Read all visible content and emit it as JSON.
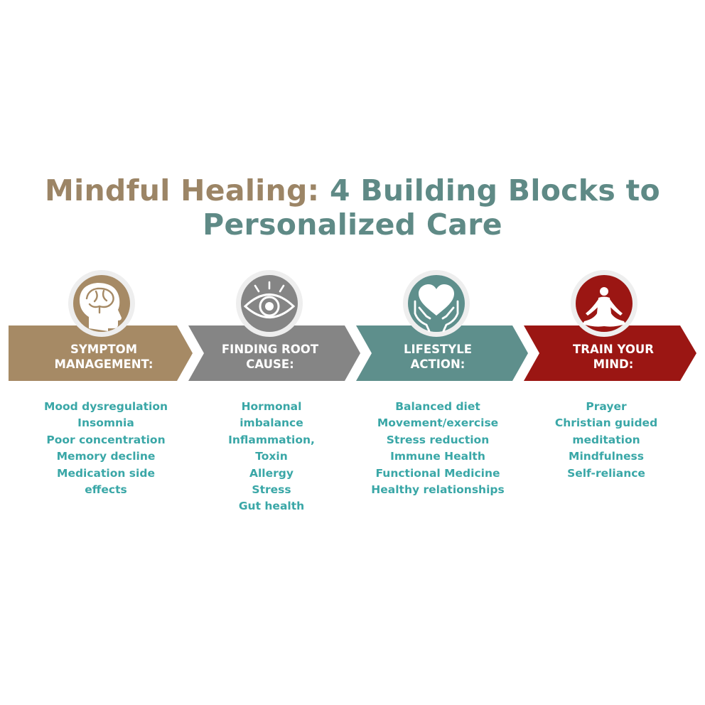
{
  "title": {
    "part1": "Mindful Healing:",
    "part2": "4 Building Blocks to",
    "line2": "Personalized Care"
  },
  "colors": {
    "title_tan": "#9c8566",
    "title_teal": "#5f8a86",
    "block1": "#a68a65",
    "block2": "#858585",
    "block3": "#5e8f8c",
    "block4": "#9b1613",
    "item_text": "#3aa7a7",
    "icon_ring": "#eeeeee"
  },
  "blocks": [
    {
      "icon": "head-brain-icon",
      "label_line1": "SYMPTOM",
      "label_line2": "MANAGEMENT:",
      "items": [
        "Mood dysregulation",
        "Insomnia",
        "Poor concentration",
        "Memory decline",
        "Medication side",
        "effects"
      ]
    },
    {
      "icon": "eye-icon",
      "label_line1": "FINDING ROOT",
      "label_line2": "CAUSE:",
      "items": [
        "Hormonal",
        "imbalance",
        "Inflammation,",
        "Toxin",
        "Allergy",
        "Stress",
        "Gut health"
      ]
    },
    {
      "icon": "heart-hands-icon",
      "label_line1": "LIFESTYLE",
      "label_line2": "ACTION:",
      "items": [
        "Balanced diet",
        "Movement/exercise",
        "Stress reduction",
        "Immune Health",
        "Functional Medicine",
        "Healthy relationships"
      ]
    },
    {
      "icon": "meditation-figure-icon",
      "label_line1": "TRAIN YOUR",
      "label_line2": "MIND:",
      "items": [
        "Prayer",
        "Christian guided",
        "meditation",
        "Mindfulness",
        "Self-reliance"
      ]
    }
  ]
}
